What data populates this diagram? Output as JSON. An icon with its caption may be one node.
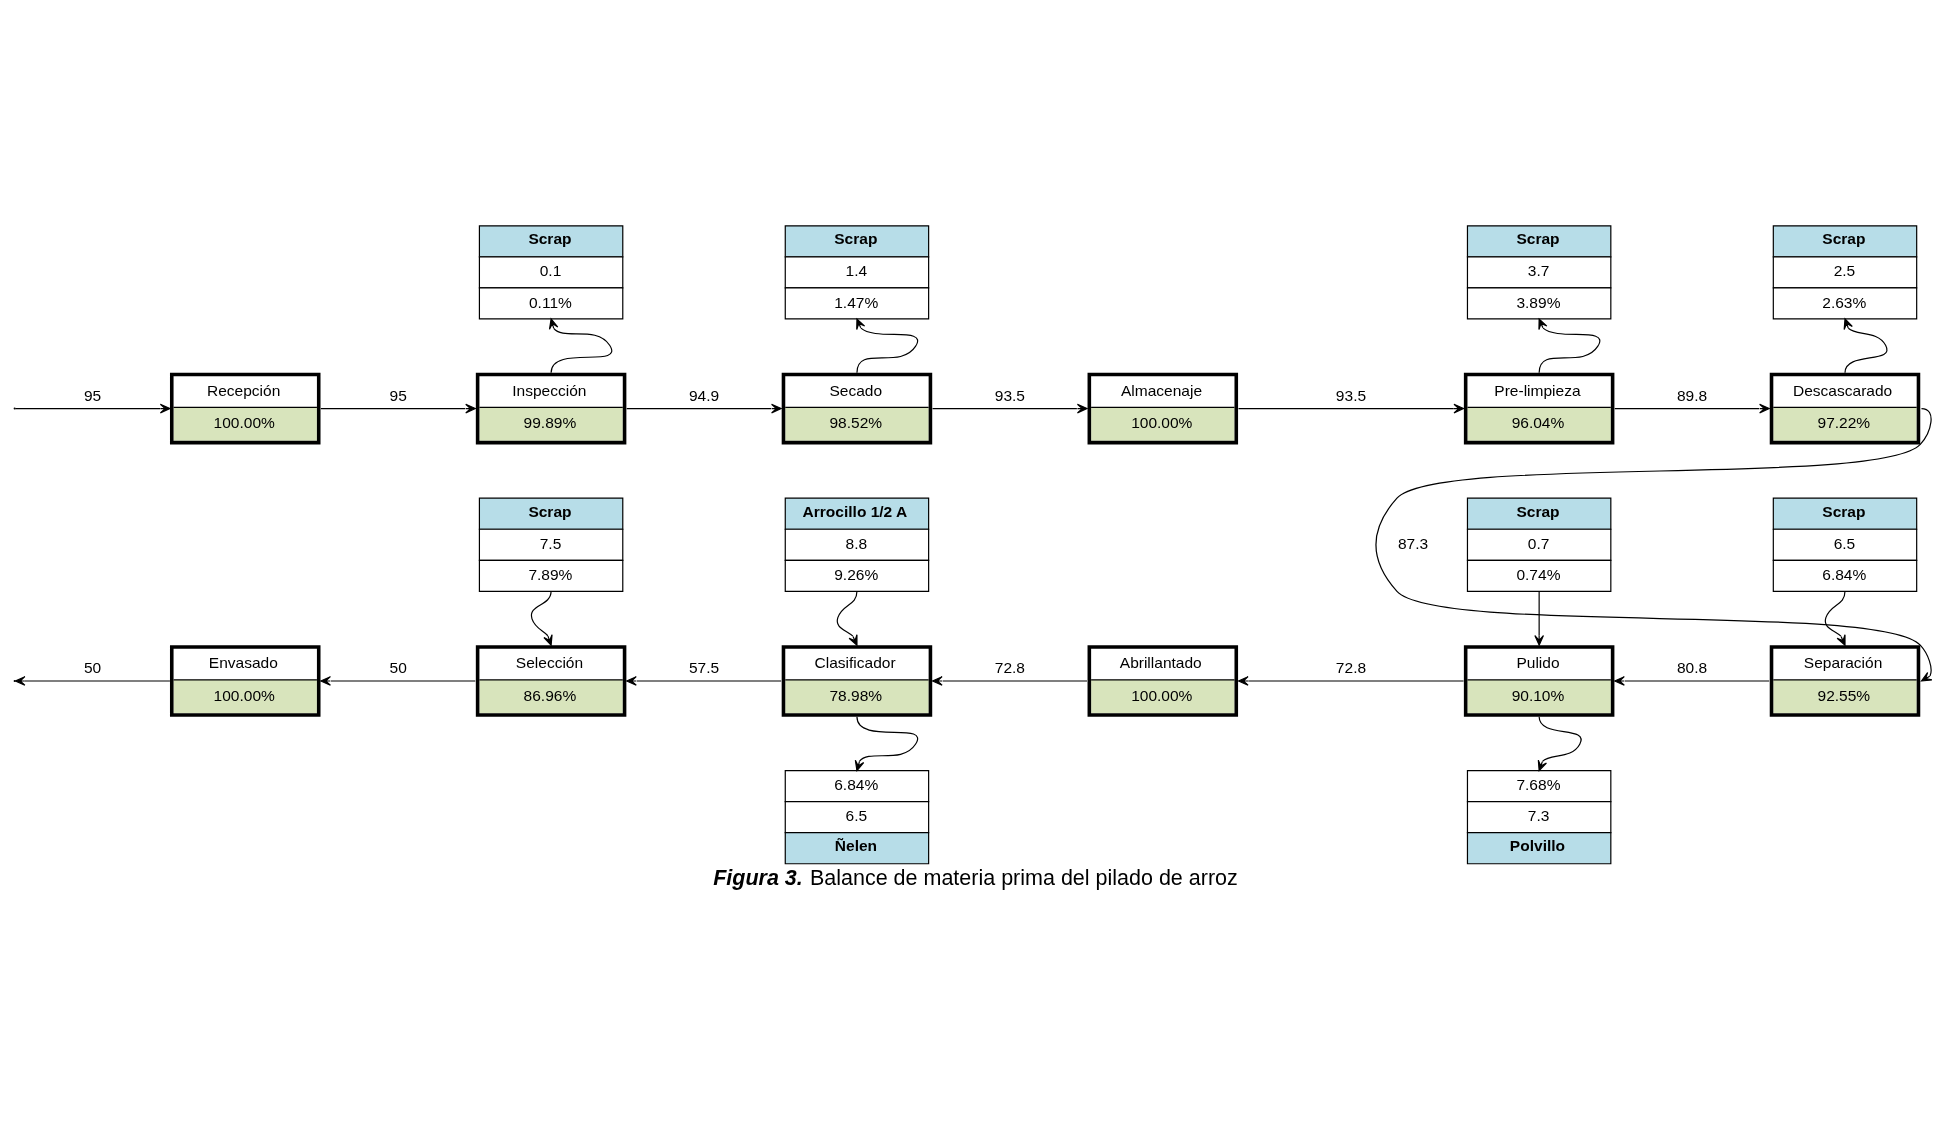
{
  "diagram": {
    "caption": "**Figura 3.** Balance de materia prima del pilado de arroz",
    "nodes": [
      {
        "text": [
          "Recepción",
          "100.00%"
        ]
      },
      {
        "text": [
          "Scrap",
          "0.1",
          "0.11%"
        ]
      },
      {
        "text": [
          "Inspección",
          "99.89%"
        ]
      },
      {
        "text": [
          "Scrap",
          "1.4",
          "1.47%"
        ]
      },
      {
        "text": [
          "Secado",
          "98.52%"
        ]
      },
      {
        "text": [
          "Almacenaje",
          "100.00%"
        ]
      },
      {
        "text": [
          "Scrap",
          "3.7",
          "3.89%"
        ]
      },
      {
        "text": [
          "Pre-limpieza",
          "96.04%"
        ]
      },
      {
        "text": [
          "Scrap",
          "2.5",
          "2.63%"
        ]
      },
      {
        "text": [
          "Descascarado",
          "97.22%"
        ]
      },
      {
        "text": [
          "Scrap",
          "7.5",
          "7.89%"
        ]
      },
      {
        "text": [
          "Arrocillo 1/2 A",
          "8.8",
          "9.26%"
        ]
      },
      {
        "text": [
          "Scrap",
          "0.7",
          "0.74%"
        ]
      },
      {
        "text": [
          "Scrap",
          "6.5",
          "6.84%"
        ]
      },
      {
        "text": [
          "Envasado",
          "100.00%"
        ]
      },
      {
        "text": [
          "Selección",
          "86.96%"
        ]
      },
      {
        "text": [
          "Clasificador",
          "78.98%"
        ]
      },
      {
        "text": [
          "Abrillantado",
          "100.00%"
        ]
      },
      {
        "text": [
          "Pulido",
          "90.10%"
        ]
      },
      {
        "text": [
          "Separación",
          "92.55%"
        ]
      },
      {
        "text": [
          "6.84%",
          "6.5",
          "Ñelen"
        ]
      },
      {
        "text": [
          "7.68%",
          "7.3",
          "Polvillo"
        ]
      }
    ],
    "edges": [
      {
        "from": null,
        "to": 0,
        "arrow": "to",
        "label": "95"
      },
      {
        "from": 0,
        "to": 2,
        "arrow": "to",
        "label": "95"
      },
      {
        "from": 2,
        "to": 1,
        "arrow": "to"
      },
      {
        "from": 2,
        "to": 4,
        "arrow": "to",
        "label": "94.9"
      },
      {
        "from": 4,
        "to": 3,
        "arrow": "to"
      },
      {
        "from": 4,
        "to": 5,
        "arrow": "to",
        "label": "93.5"
      },
      {
        "from": 5,
        "to": 7,
        "arrow": "to",
        "label": "93.5"
      },
      {
        "from": 7,
        "to": 6,
        "arrow": "to"
      },
      {
        "from": 7,
        "to": 9,
        "arrow": "to",
        "label": "89.8"
      },
      {
        "from": 9,
        "to": 8,
        "arrow": "to"
      },
      {
        "from": 9,
        "to": 19,
        "arrow": "to",
        "label": "87.3"
      },
      {
        "from": 13,
        "to": 19,
        "arrow": "to"
      },
      {
        "from": 19,
        "to": 18,
        "arrow": "to",
        "label": "80.8"
      },
      {
        "from": 12,
        "to": 18,
        "arrow": "to"
      },
      {
        "from": 18,
        "to": 21,
        "arrow": "to"
      },
      {
        "from": 18,
        "to": 17,
        "arrow": "to",
        "label": "72.8"
      },
      {
        "from": 17,
        "to": 16,
        "arrow": "to",
        "label": "72.8"
      },
      {
        "from": 11,
        "to": 16,
        "arrow": "to"
      },
      {
        "from": 16,
        "to": 20,
        "arrow": "to"
      },
      {
        "from": 16,
        "to": 15,
        "arrow": "to",
        "label": "57.5"
      },
      {
        "from": 10,
        "to": 15,
        "arrow": "to"
      },
      {
        "from": 15,
        "to": 14,
        "arrow": "to",
        "label": "50"
      },
      {
        "from": 14,
        "to": null,
        "arrow": "to",
        "label": "50"
      }
    ]
  }
}
